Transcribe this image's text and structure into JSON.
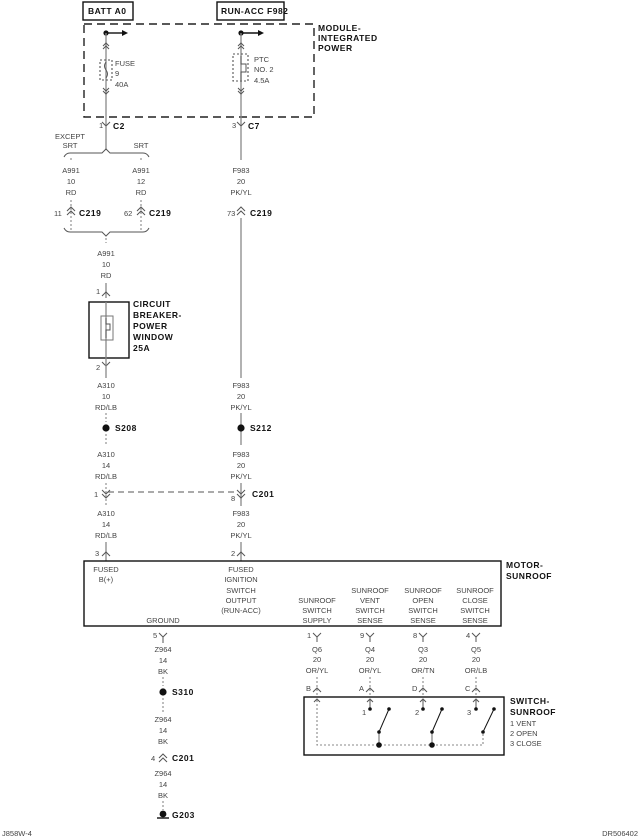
{
  "footer": {
    "left_code": "J858W-4",
    "right_code": "DR506402"
  },
  "sources": {
    "batt": "BATT A0",
    "run_acc": "RUN-ACC F982"
  },
  "module": {
    "line1": "MODULE-",
    "line2": "INTEGRATED",
    "line3": "POWER"
  },
  "fuse": {
    "label": "FUSE",
    "number": "9",
    "rating": "40A"
  },
  "ptc": {
    "label": "PTC",
    "number": "NO. 2",
    "rating": "4.5A"
  },
  "connectors": {
    "c2": {
      "name": "C2",
      "pin": "1"
    },
    "c7": {
      "name": "C7",
      "pin": "3"
    },
    "c219_a": {
      "name": "C219",
      "pin": "11"
    },
    "c219_b": {
      "name": "C219",
      "pin": "62"
    },
    "c219_c": {
      "name": "C219",
      "pin": "73"
    },
    "cb_in": {
      "pin": "1"
    },
    "cb_out": {
      "pin": "2"
    },
    "c201_a": {
      "name": "C201",
      "pin": "1"
    },
    "c201_b": {
      "pin": "8"
    },
    "motor_a": {
      "pin": "3"
    },
    "motor_b": {
      "pin": "2"
    },
    "ground_pin": {
      "pin": "5"
    },
    "c201_gnd": {
      "name": "C201",
      "pin": "4"
    }
  },
  "variants": {
    "except_l1": "EXCEPT",
    "except_l2": "SRT",
    "srt": "SRT"
  },
  "wires": {
    "a991_left": {
      "circuit": "A991",
      "gauge": "10",
      "color": "RD"
    },
    "a991_right": {
      "circuit": "A991",
      "gauge": "12",
      "color": "RD"
    },
    "a991_merged": {
      "circuit": "A991",
      "gauge": "10",
      "color": "RD"
    },
    "f983_1": {
      "circuit": "F983",
      "gauge": "20",
      "color": "PK/YL"
    },
    "f983_2": {
      "circuit": "F983",
      "gauge": "20",
      "color": "PK/YL"
    },
    "f983_3": {
      "circuit": "F983",
      "gauge": "20",
      "color": "PK/YL"
    },
    "f983_4": {
      "circuit": "F983",
      "gauge": "20",
      "color": "PK/YL"
    },
    "a310_1": {
      "circuit": "A310",
      "gauge": "10",
      "color": "RD/LB"
    },
    "a310_2": {
      "circuit": "A310",
      "gauge": "14",
      "color": "RD/LB"
    },
    "a310_3": {
      "circuit": "A310",
      "gauge": "14",
      "color": "RD/LB"
    },
    "z964_1": {
      "circuit": "Z964",
      "gauge": "14",
      "color": "BK"
    },
    "z964_2": {
      "circuit": "Z964",
      "gauge": "14",
      "color": "BK"
    },
    "z964_3": {
      "circuit": "Z964",
      "gauge": "14",
      "color": "BK"
    }
  },
  "breaker": {
    "l1": "CIRCUIT",
    "l2": "BREAKER-",
    "l3": "POWER",
    "l4": "WINDOW",
    "l5": "25A"
  },
  "splices": {
    "s208": "S208",
    "s212": "S212",
    "s310": "S310"
  },
  "ground": {
    "name": "G203"
  },
  "motor": {
    "title1": "MOTOR-",
    "title2": "SUNROOF",
    "pins": [
      {
        "l1": "FUSED",
        "l2": "B(+)"
      },
      {
        "l1": "GROUND"
      },
      {
        "l1": "FUSED",
        "l2": "IGNITION",
        "l3": "SWITCH",
        "l4": "OUTPUT",
        "l5": "(RUN-ACC)"
      },
      {
        "l1": "SUNROOF",
        "l2": "SWITCH",
        "l3": "SUPPLY"
      },
      {
        "l1": "SUNROOF",
        "l2": "VENT",
        "l3": "SWITCH",
        "l4": "SENSE"
      },
      {
        "l1": "SUNROOF",
        "l2": "OPEN",
        "l3": "SWITCH",
        "l4": "SENSE"
      },
      {
        "l1": "SUNROOF",
        "l2": "CLOSE",
        "l3": "SWITCH",
        "l4": "SENSE"
      }
    ]
  },
  "switch_wires": [
    {
      "motor_pin": "1",
      "circuit": "Q6",
      "gauge": "20",
      "color": "OR/YL",
      "switch_pin": "B"
    },
    {
      "motor_pin": "9",
      "circuit": "Q4",
      "gauge": "20",
      "color": "OR/YL",
      "switch_pin": "A"
    },
    {
      "motor_pin": "8",
      "circuit": "Q3",
      "gauge": "20",
      "color": "OR/TN",
      "switch_pin": "D"
    },
    {
      "motor_pin": "4",
      "circuit": "Q5",
      "gauge": "20",
      "color": "OR/LB",
      "switch_pin": "C"
    }
  ],
  "switch": {
    "title1": "SWITCH-",
    "title2": "SUNROOF",
    "legend": [
      "1 VENT",
      "2 OPEN",
      "3 CLOSE"
    ],
    "positions": [
      "1",
      "2",
      "3"
    ]
  }
}
